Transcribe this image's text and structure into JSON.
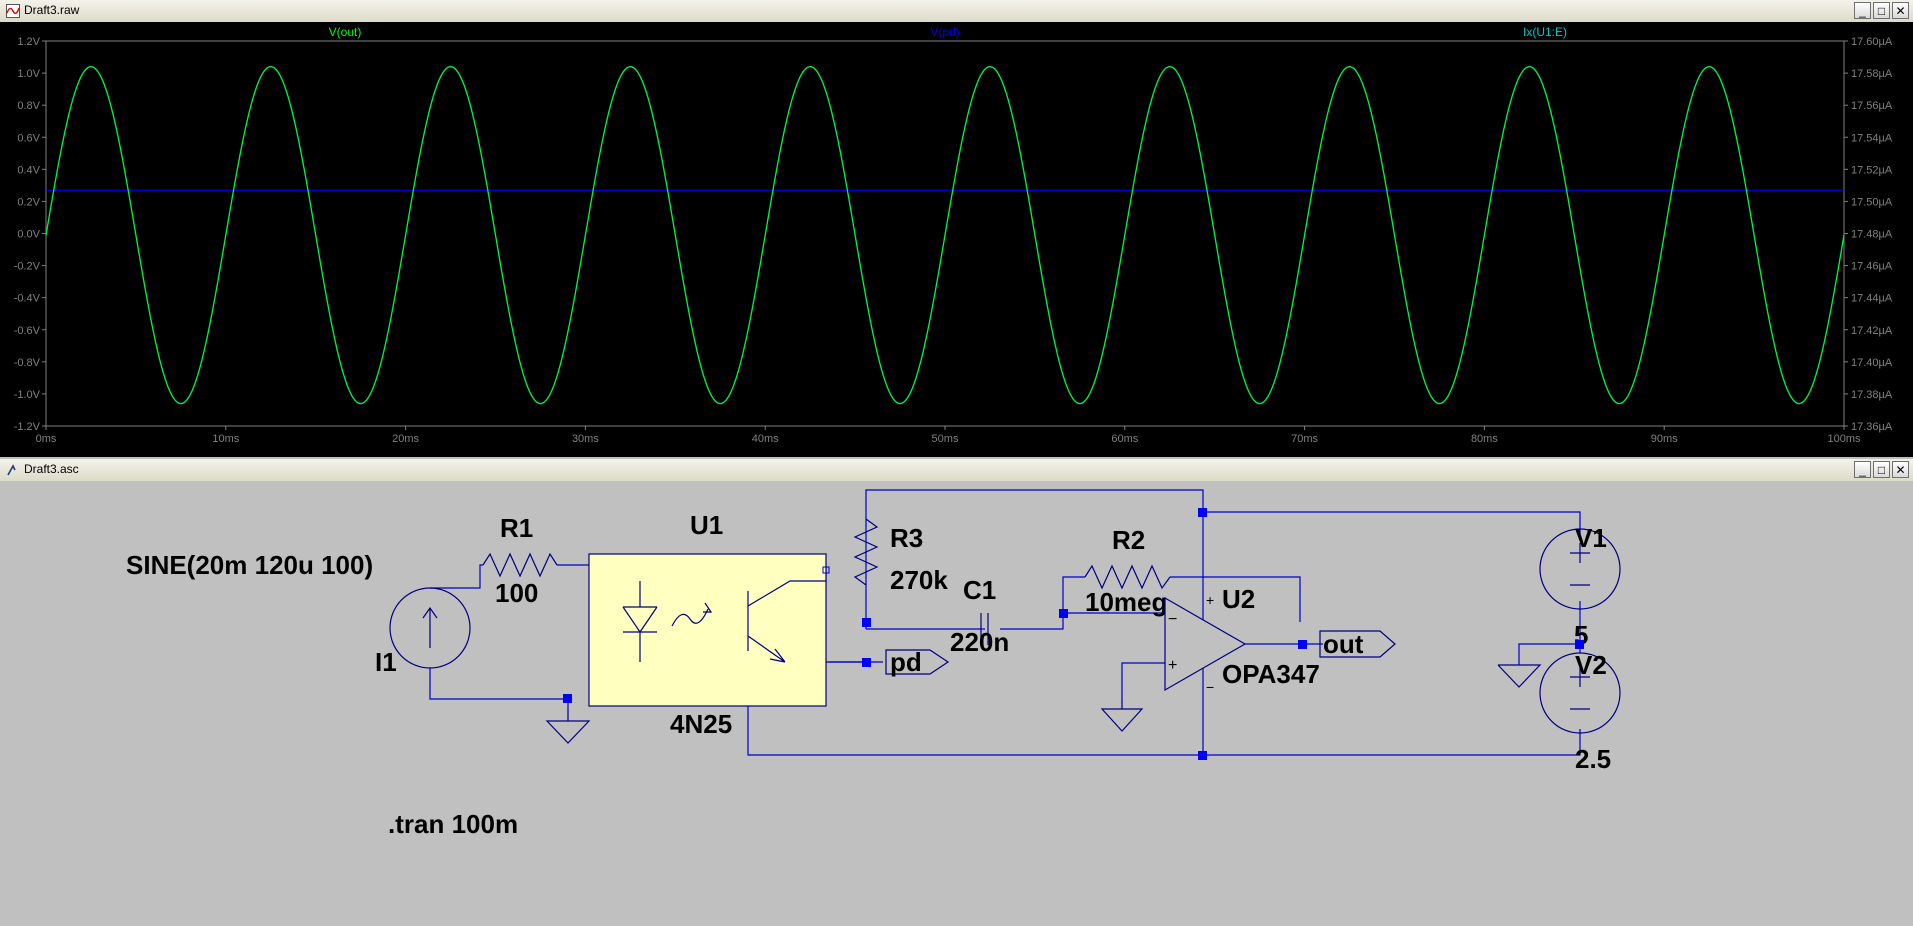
{
  "waveform_window": {
    "title": "Draft3.raw",
    "buttons": {
      "minimize": "_",
      "maximize": "□",
      "close": "✕"
    },
    "traces": [
      {
        "label": "V(out)",
        "color": "#00ff00"
      },
      {
        "label": "V(pd)",
        "color": "#0000ff"
      },
      {
        "label": "Ix(U1:E)",
        "color": "#00c8c8"
      }
    ],
    "left_axis_ticks": [
      "1.2V",
      "1.0V",
      "0.8V",
      "0.6V",
      "0.4V",
      "0.2V",
      "0.0V",
      "-0.2V",
      "-0.4V",
      "-0.6V",
      "-0.8V",
      "-1.0V",
      "-1.2V"
    ],
    "right_axis_ticks": [
      "17.60µA",
      "17.58µA",
      "17.56µA",
      "17.54µA",
      "17.52µA",
      "17.50µA",
      "17.48µA",
      "17.46µA",
      "17.44µA",
      "17.42µA",
      "17.40µA",
      "17.38µA",
      "17.36µA"
    ],
    "x_axis_ticks": [
      "0ms",
      "10ms",
      "20ms",
      "30ms",
      "40ms",
      "50ms",
      "60ms",
      "70ms",
      "80ms",
      "90ms",
      "100ms"
    ]
  },
  "chart_data": {
    "type": "line",
    "x_range": [
      0,
      100
    ],
    "y_range": [
      -1.2,
      1.2
    ],
    "y2_range": [
      17.36,
      17.6
    ],
    "grid": false,
    "series": [
      {
        "name": "V(out)",
        "color": "#00ff00",
        "function": "sine",
        "amplitude": 1.05,
        "offset": -0.01,
        "frequency_hz": 100,
        "phase_deg": 0
      },
      {
        "name": "V(pd)",
        "color": "#0000ff",
        "constant": 0.27
      },
      {
        "name": "Ix(U1:E)",
        "color": "#00c8c8",
        "function": "sine",
        "amplitude_uA": 0.105,
        "offset_uA": 17.479,
        "frequency_hz": 100,
        "phase_deg": 0
      }
    ]
  },
  "schematic_window": {
    "title": "Draft3.asc",
    "buttons": {
      "minimize": "_",
      "maximize": "□",
      "close": "✕"
    },
    "labels": {
      "source_spec": "SINE(20m 120u 100)",
      "i1": "I1",
      "r1": "R1",
      "r1_value": "100",
      "u1": "U1",
      "u1_part": "4N25",
      "r3": "R3",
      "r3_value": "270k",
      "c1": "C1",
      "c1_value": "220n",
      "r2": "R2",
      "r2_value": "10meg",
      "u2": "U2",
      "u2_part": "OPA347",
      "net_pd": "pd",
      "net_out": "out",
      "v1": "V1",
      "v1_value": "5",
      "v2": "V2",
      "v2_value": "2.5",
      "directive": ".tran 100m",
      "plus": "+",
      "minus": "−"
    },
    "colors": {
      "wire": "#0000c8",
      "component": "#000080",
      "optocoupler_fill": "#ffffc0",
      "node": "#0000ff"
    }
  }
}
